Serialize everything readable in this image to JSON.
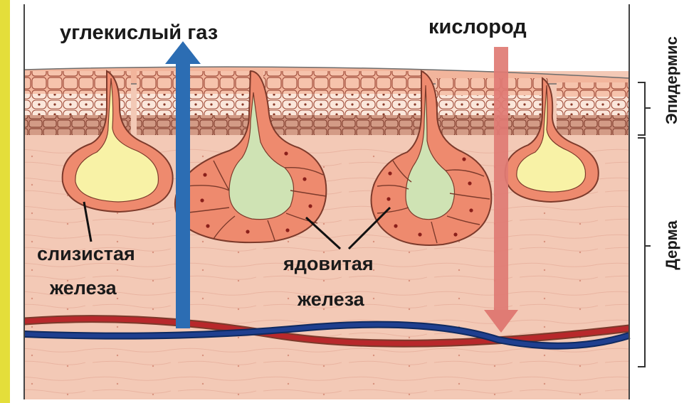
{
  "labels": {
    "co2": "углекислый газ",
    "oxygen": "кислород",
    "mucous_line1": "слизистая",
    "mucous_line2": "железа",
    "poison_line1": "ядовитая",
    "poison_line2": "железа",
    "epidermis": "Эпидермис",
    "dermis": "Дерма"
  },
  "colors": {
    "co2_arrow": "#2c6db3",
    "oxygen_arrow": "#e07b74",
    "dermis_bg": "#f3c9b6",
    "epidermis_cells": "#f2b59c",
    "gland_cells": "#ee8a6e",
    "mucus": "#f8f2a6",
    "poison": "#cfe3b4",
    "artery": "#b8282b",
    "vein": "#1f3f8f",
    "outer_frame": "#e4de3a"
  }
}
